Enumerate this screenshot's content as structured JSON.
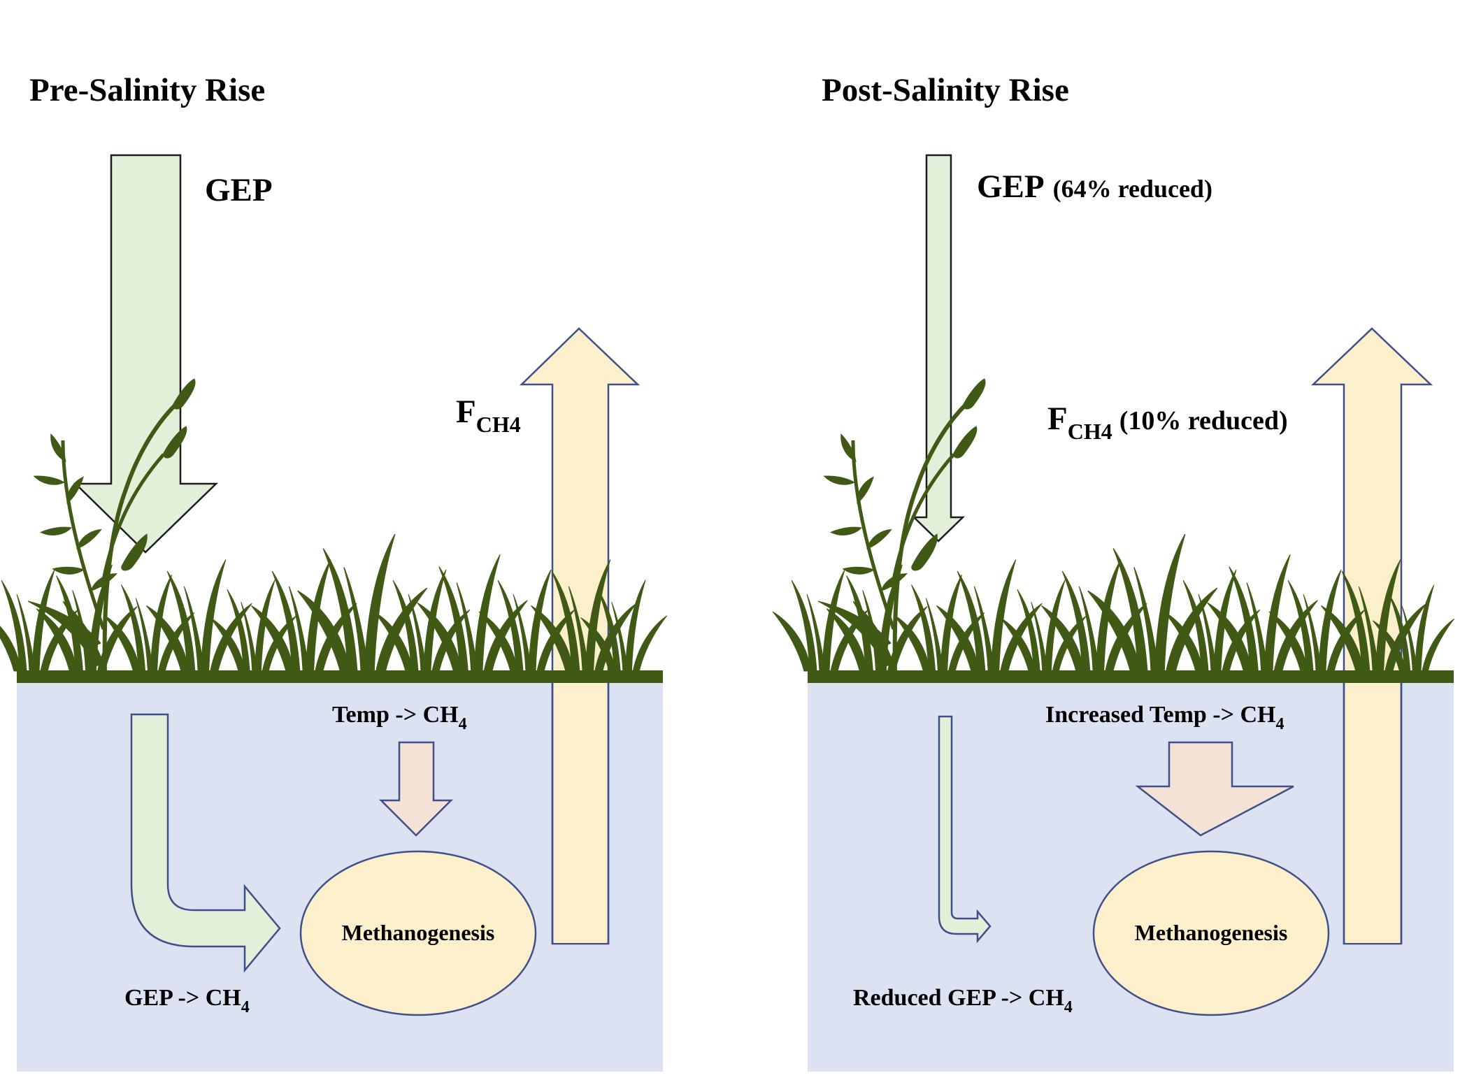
{
  "colors": {
    "soil": "#dde2f2",
    "ground": "#405a15",
    "vegetation": "#405a15",
    "gep_arrow_fill": "#e2f0d9",
    "fch4_arrow_fill": "#fcf0cc",
    "temp_arrow_fill": "#f4e2d6",
    "ellipse_fill": "#fcf0cc",
    "outline_blue": "#3f4f8c",
    "outline_dark": "#1c1c1c"
  },
  "pre": {
    "title": "Pre-Salinity Rise",
    "gep": "GEP",
    "fch4_main": "F",
    "fch4_sub": "CH4",
    "temp_main": "Temp -> CH",
    "temp_sub": "4",
    "gep_ch4_main": "GEP -> CH",
    "gep_ch4_sub": "4",
    "ellipse_label": "Methanogenesis"
  },
  "post": {
    "title": "Post-Salinity Rise",
    "gep": "GEP",
    "gep_note": "(64% reduced)",
    "fch4_main": "F",
    "fch4_sub": "CH4",
    "fch4_note": "(10% reduced)",
    "temp_main": "Increased Temp -> CH",
    "temp_sub": "4",
    "gep_ch4_main": "Reduced GEP -> CH",
    "gep_ch4_sub": "4",
    "ellipse_label": "Methanogenesis"
  }
}
